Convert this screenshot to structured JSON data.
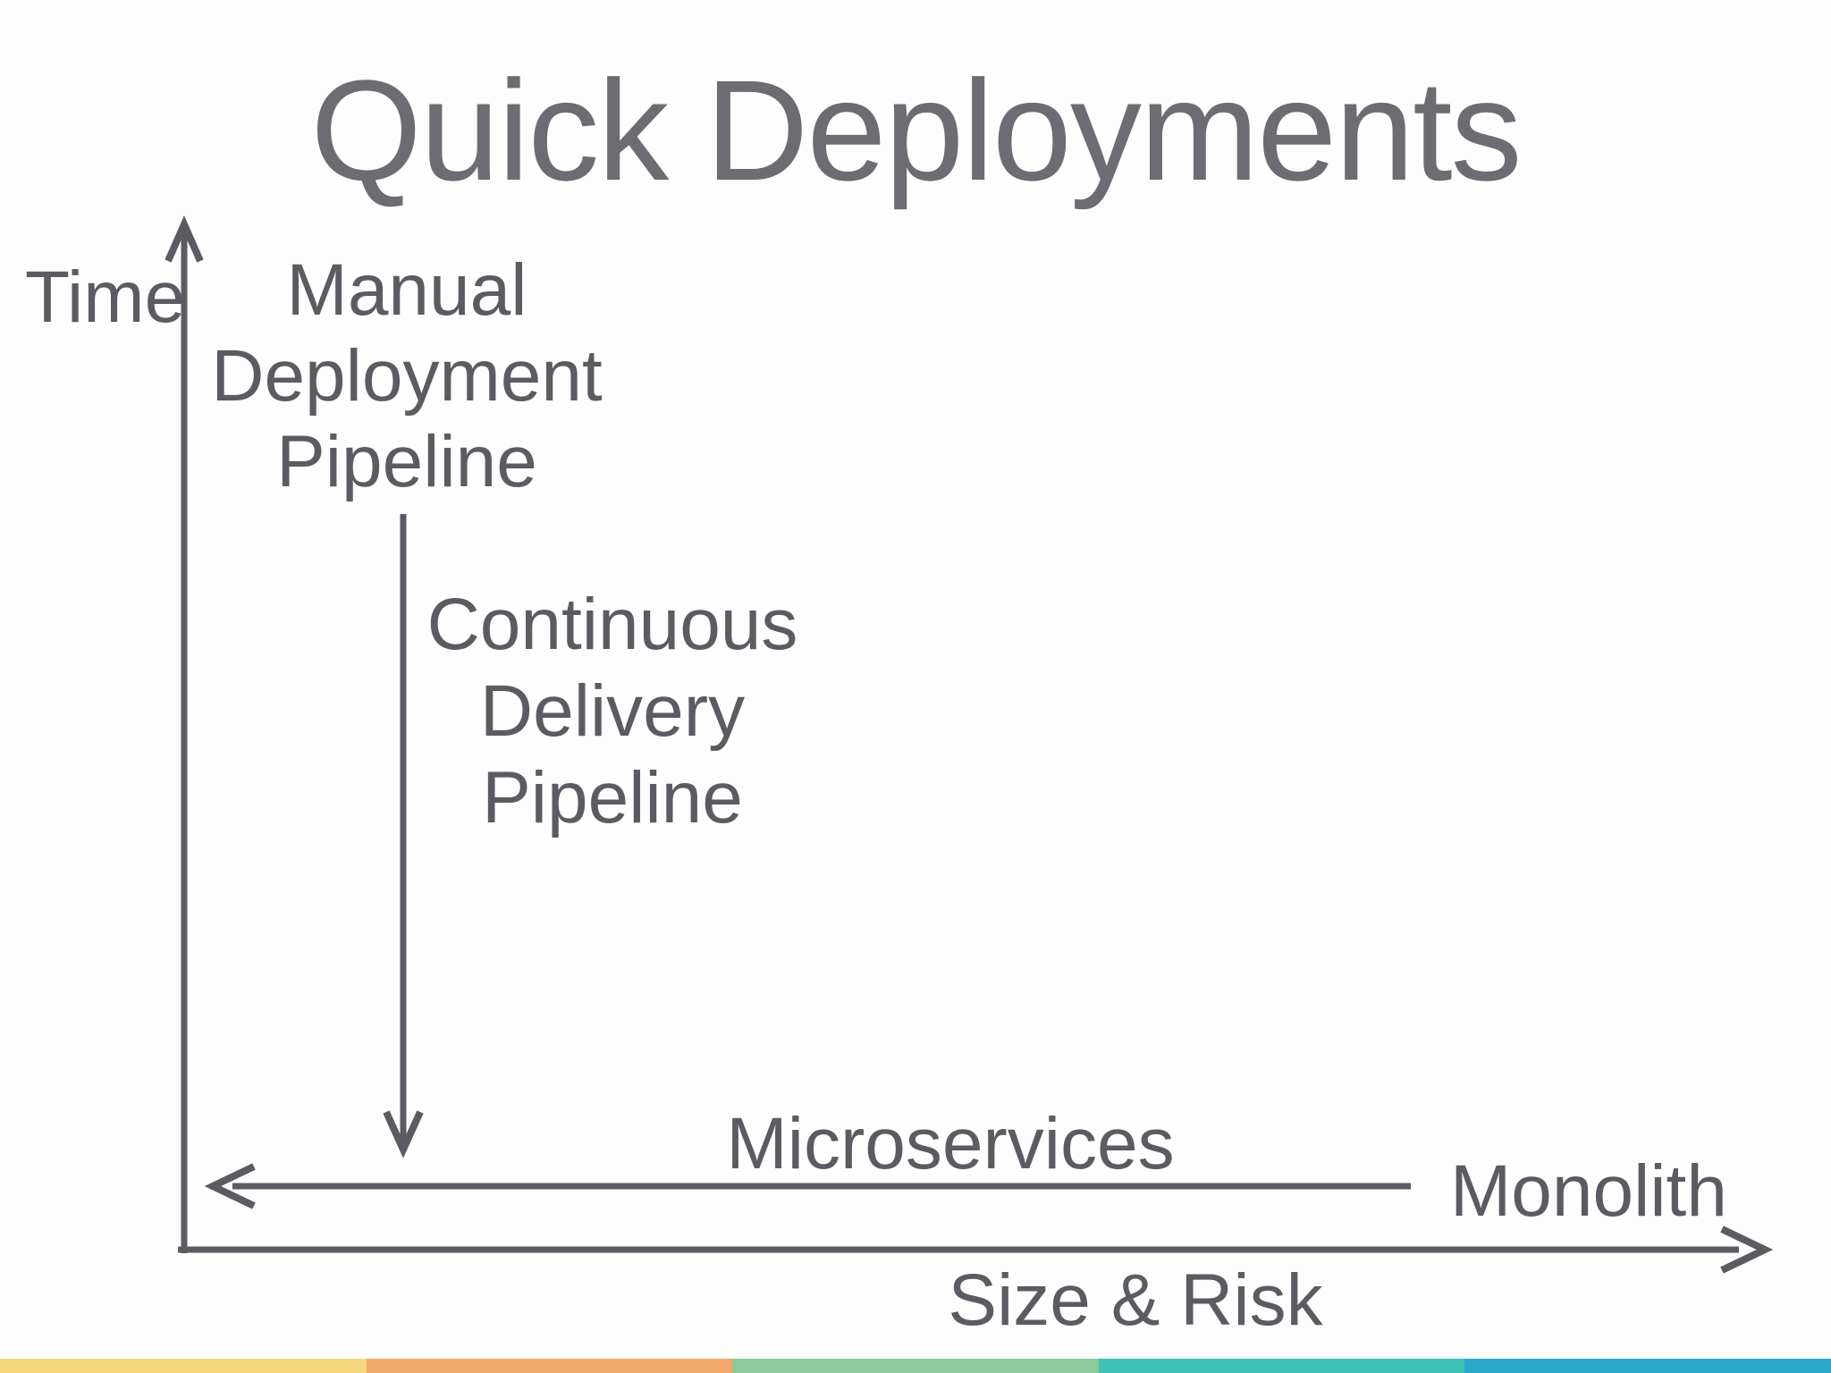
{
  "title": "Quick Deployments",
  "axes": {
    "y_label": "Time",
    "x_label": "Size & Risk"
  },
  "labels": {
    "manual_pipeline": "Manual\nDeployment\nPipeline",
    "cd_pipeline": "Continuous\nDelivery\nPipeline",
    "microservices": "Microservices",
    "monolith": "Monolith"
  },
  "colors": {
    "title_text": "#6c6c72",
    "diagram_text": "#5b5c62",
    "arrow_stroke": "#5b5c62",
    "stripe": [
      "#f5d77e",
      "#f3a96b",
      "#8cca99",
      "#3ec0b6",
      "#2ba9cb"
    ]
  }
}
